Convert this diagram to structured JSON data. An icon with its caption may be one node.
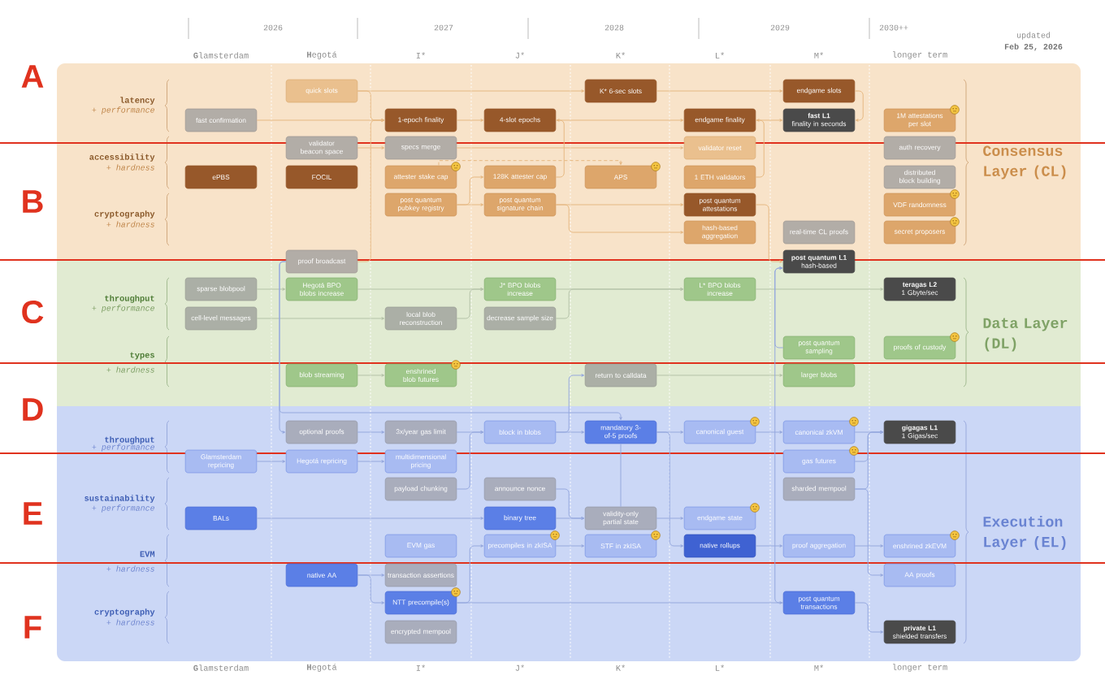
{
  "diagram": {
    "nodes": [
      {
        "text": [
          "quick slots"
        ]
      },
      {
        "text": [
          "K* 6-sec slots"
        ]
      },
      {
        "text": [
          "endgame slots"
        ]
      },
      {
        "text": [
          "fast confirmation"
        ]
      },
      {
        "text": [
          "1-epoch finality"
        ]
      },
      {
        "text": [
          "4-slot epochs"
        ]
      },
      {
        "text": [
          "endgame finality"
        ]
      },
      {
        "text": [
          "fast L1",
          "finality in seconds"
        ]
      },
      {
        "text": [
          "1M attestations per slot"
        ]
      },
      {
        "text": [
          "validator beacon space"
        ]
      },
      {
        "text": [
          "specs merge"
        ]
      },
      {
        "text": [
          "validator reset"
        ]
      },
      {
        "text": [
          "auth recovery"
        ]
      },
      {
        "text": [
          "ePBS"
        ]
      },
      {
        "text": [
          "FOCIL"
        ]
      },
      {
        "text": [
          "attester stake cap"
        ]
      },
      {
        "text": [
          "128K attester cap"
        ]
      },
      {
        "text": [
          "APS"
        ]
      },
      {
        "text": [
          "1 ETH validators"
        ]
      },
      {
        "text": [
          "distributed block building"
        ]
      },
      {
        "text": [
          "post quantum pubkey registry"
        ]
      },
      {
        "text": [
          "post quantum signature chain"
        ]
      },
      {
        "text": [
          "post quantum attestations"
        ]
      },
      {
        "text": [
          "VDF randomness"
        ]
      },
      {
        "text": [
          "hash-based aggregation"
        ]
      },
      {
        "text": [
          "real-time CL proofs"
        ]
      },
      {
        "text": [
          "secret proposers"
        ]
      },
      {
        "text": [
          "proof broadcast"
        ]
      },
      {
        "text": [
          "post quantum L1",
          "hash-based"
        ]
      },
      {
        "text": [
          "sparse blobpool"
        ]
      },
      {
        "text": [
          "Hegotá BPO blobs increase"
        ]
      },
      {
        "text": [
          "J* BPO blobs increase"
        ]
      },
      {
        "text": [
          "L* BPO blobs increase"
        ]
      },
      {
        "text": [
          "teragas L2",
          "1 Gbyte/sec"
        ]
      },
      {
        "text": [
          "cell-level messages"
        ]
      },
      {
        "text": [
          "local blob reconstruction"
        ]
      },
      {
        "text": [
          "decrease sample size"
        ]
      },
      {
        "text": [
          "post quantum sampling"
        ]
      },
      {
        "text": [
          "proofs of custody"
        ]
      },
      {
        "text": [
          "blob streaming"
        ]
      },
      {
        "text": [
          "enshrined blob futures"
        ]
      },
      {
        "text": [
          "return to calldata"
        ]
      },
      {
        "text": [
          "larger blobs"
        ]
      },
      {
        "text": [
          "optional proofs"
        ]
      },
      {
        "text": [
          "3x/year gas limit"
        ]
      },
      {
        "text": [
          "block in blobs"
        ]
      },
      {
        "text": [
          "mandatory 3-of-5 proofs"
        ]
      },
      {
        "text": [
          "canonical guest"
        ]
      },
      {
        "text": [
          "canonical zkVM"
        ]
      },
      {
        "text": [
          "gigagas L1",
          "1 Gigas/sec"
        ]
      },
      {
        "text": [
          "Glamsterdam repricing"
        ]
      },
      {
        "text": [
          "Hegotá repricing"
        ]
      },
      {
        "text": [
          "multidimensional pricing"
        ]
      },
      {
        "text": [
          "gas futures"
        ]
      },
      {
        "text": [
          "payload chunking"
        ]
      },
      {
        "text": [
          "announce nonce"
        ]
      },
      {
        "text": [
          "sharded mempool"
        ]
      },
      {
        "text": [
          "BALs"
        ]
      },
      {
        "text": [
          "binary tree"
        ]
      },
      {
        "text": [
          "validity-only partial state"
        ]
      },
      {
        "text": [
          "endgame state"
        ]
      },
      {
        "text": [
          "EVM gas"
        ]
      },
      {
        "text": [
          "precompiles in zkISA"
        ]
      },
      {
        "text": [
          "STF in zkISA"
        ]
      },
      {
        "text": [
          "native rollups"
        ]
      },
      {
        "text": [
          "proof aggregation"
        ]
      },
      {
        "text": [
          "enshrined zkEVM"
        ]
      },
      {
        "text": [
          "native AA"
        ]
      },
      {
        "text": [
          "transaction assertions"
        ]
      },
      {
        "text": [
          "AA proofs"
        ]
      },
      {
        "text": [
          "NTT precompile(s)"
        ]
      },
      {
        "text": [
          "post quantum transactions"
        ]
      },
      {
        "text": [
          "encrypted mempool"
        ]
      },
      {
        "text": [
          "private L1",
          "shielded transfers"
        ]
      }
    ],
    "edges": [
      {
        "from": 0,
        "to": 1,
        "arrow": "to",
        "color": "#e6b882"
      },
      {
        "from": 1,
        "to": 2,
        "arrow": "to",
        "color": "#e6b882"
      },
      {
        "from": 0,
        "to": 4,
        "arrow": "to",
        "color": "#e6b882"
      },
      {
        "from": 3,
        "to": 4,
        "arrow": "to",
        "color": "#e6b882"
      },
      {
        "from": 4,
        "to": 5,
        "arrow": "to",
        "color": "#e6b882"
      },
      {
        "from": 5,
        "to": 6,
        "arrow": "to",
        "color": "#e6b882"
      },
      {
        "from": 6,
        "to": 7,
        "arrow": "to",
        "color": "#e6b882"
      },
      {
        "from": 2,
        "to": 7,
        "arrow": "to",
        "color": "#e6b882"
      },
      {
        "from": 9,
        "to": 10,
        "arrow": "to",
        "color": "#e6b882"
      },
      {
        "from": 10,
        "to": 11,
        "arrow": "to",
        "color": "#e6b882"
      },
      {
        "from": 15,
        "to": 17,
        "arrow": "to",
        "style": "dashed",
        "color": "#e6b882"
      },
      {
        "from": 20,
        "to": 16,
        "arrow": "to",
        "color": "#e6b882"
      },
      {
        "from": 20,
        "to": 21,
        "arrow": "to",
        "color": "#e6b882"
      },
      {
        "from": 16,
        "to": 5,
        "arrow": "to",
        "color": "#e6b882"
      },
      {
        "from": 21,
        "to": 22,
        "arrow": "to",
        "color": "#e6b882"
      },
      {
        "from": 21,
        "to": 24,
        "arrow": "to",
        "color": "#e6b882"
      },
      {
        "from": 18,
        "to": 6,
        "arrow": "to",
        "color": "#e6b882"
      },
      {
        "from": 22,
        "to": 28,
        "arrow": "to",
        "color": "#e6b882"
      },
      {
        "from": 27,
        "to": 4,
        "arrow": "to",
        "color": "#e6b882"
      },
      {
        "from": 29,
        "to": 30,
        "arrow": "to",
        "color": "#b4c2a8"
      },
      {
        "from": 30,
        "to": 31,
        "arrow": "to",
        "color": "#b4c2a8"
      },
      {
        "from": 31,
        "to": 32,
        "arrow": "to",
        "color": "#b4c2a8"
      },
      {
        "from": 32,
        "to": 33,
        "arrow": "to",
        "color": "#b4c2a8"
      },
      {
        "from": 34,
        "to": 35,
        "arrow": "to",
        "color": "#b4c2a8"
      },
      {
        "from": 35,
        "to": 31,
        "arrow": "to",
        "color": "#b4c2a8"
      },
      {
        "from": 36,
        "to": 32,
        "arrow": "to",
        "color": "#b4c2a8"
      },
      {
        "from": 39,
        "to": 40,
        "arrow": "to",
        "color": "#b4c2a8"
      },
      {
        "from": 41,
        "to": 42,
        "arrow": "to",
        "color": "#b4c2a8"
      },
      {
        "from": 37,
        "to": 28,
        "arrow": "to"
      },
      {
        "from": 71,
        "to": 28,
        "arrow": "to"
      },
      {
        "from": 27,
        "to": 46,
        "arrow": "to"
      },
      {
        "from": 27,
        "to": 43,
        "arrow": "to"
      },
      {
        "from": 43,
        "to": 44,
        "arrow": "to"
      },
      {
        "from": 44,
        "to": 45,
        "arrow": "to"
      },
      {
        "from": 45,
        "to": 41,
        "arrow": "to"
      },
      {
        "from": 45,
        "to": 46,
        "arrow": "to"
      },
      {
        "from": 46,
        "to": 47,
        "arrow": "to"
      },
      {
        "from": 47,
        "to": 48,
        "arrow": "to"
      },
      {
        "from": 48,
        "to": 49,
        "arrow": "to"
      },
      {
        "from": 53,
        "to": 49,
        "arrow": "to"
      },
      {
        "from": 56,
        "to": 49,
        "arrow": "to"
      },
      {
        "from": 54,
        "to": 45,
        "arrow": "to"
      },
      {
        "from": 46,
        "to": 59,
        "arrow": "none"
      },
      {
        "from": 55,
        "to": 59,
        "arrow": "to"
      },
      {
        "from": 57,
        "to": 58,
        "arrow": "to"
      },
      {
        "from": 58,
        "to": 59,
        "arrow": "to"
      },
      {
        "from": 59,
        "to": 60,
        "arrow": "to"
      },
      {
        "from": 46,
        "to": 64,
        "arrow": "to"
      },
      {
        "from": 62,
        "to": 63,
        "arrow": "to"
      },
      {
        "from": 70,
        "to": 62,
        "arrow": "to"
      },
      {
        "from": 64,
        "to": 65,
        "arrow": "to"
      },
      {
        "from": 65,
        "to": 66,
        "arrow": "to"
      },
      {
        "from": 56,
        "to": 69,
        "arrow": "to"
      },
      {
        "from": 67,
        "to": 68,
        "arrow": "to"
      },
      {
        "from": 67,
        "to": 70,
        "arrow": "to"
      },
      {
        "from": 70,
        "to": 71,
        "arrow": "to"
      },
      {
        "from": 71,
        "to": 73,
        "arrow": "to"
      },
      {
        "from": 50,
        "to": 51,
        "arrow": "to"
      },
      {
        "from": 51,
        "to": 52,
        "arrow": "to"
      }
    ],
    "labels": [
      "2026",
      "2027",
      "2028",
      "2029",
      "2030++",
      "updated",
      "Feb 25, 2026",
      "**G**lamsterdam",
      "**H**egotá",
      "I*",
      "J*",
      "K*",
      "L*",
      "M*",
      "longer term",
      "A",
      "latency",
      "+ performance",
      "B",
      "accessibility",
      "+ hardness",
      "cryptography",
      "+ hardness",
      "Consensus Layer (CL)",
      "C",
      "throughput",
      "+ performance",
      "types",
      "+ hardness",
      "Data Layer (DL)",
      "D",
      "throughput",
      "+ performance",
      "E",
      "sustainability",
      "+ performance",
      "EVM",
      "+ hardness",
      "Execution Layer (EL)",
      "F",
      "cryptography",
      "+ hardness",
      "**G**lamsterdam",
      "**H**egotá",
      "I*",
      "J*",
      "K*",
      "L*",
      "M*",
      "longer term"
    ]
  }
}
